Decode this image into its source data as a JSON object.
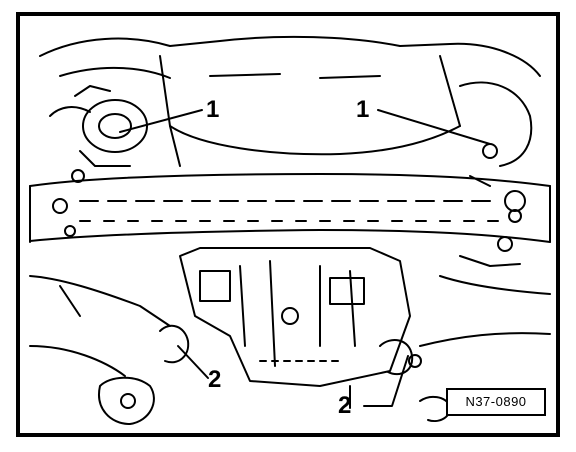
{
  "figure": {
    "reference_code": "N37-0890",
    "callouts": {
      "left_1": "1",
      "right_1": "1",
      "left_2": "2",
      "right_2": "2"
    },
    "colors": {
      "ink": "#000000",
      "paper": "#ffffff"
    }
  }
}
